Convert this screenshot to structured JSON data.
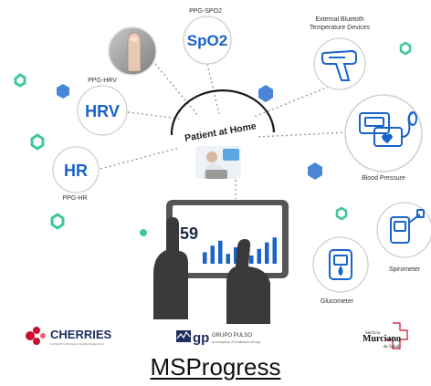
{
  "center": {
    "label": "Patient at Home"
  },
  "nodes": {
    "spo2": {
      "caption": "PPG-SPO2",
      "label": "SpO2"
    },
    "hrv": {
      "caption": "PPG-HRV",
      "label": "HRV"
    },
    "hr": {
      "caption": "PPG-HR",
      "label": "HR"
    },
    "thermo": {
      "caption_line1": "External Bluetoth",
      "caption_line2": "Temperature Devices"
    },
    "bp": {
      "caption": "Blood Pressure"
    },
    "spirometer": {
      "caption": "Spirometer"
    },
    "glucometer": {
      "caption": "Glucometer"
    }
  },
  "tablet": {
    "reading": "59",
    "bar_levels": [
      0.35,
      0.55,
      0.7,
      0.3,
      0.5,
      0.6,
      0.25,
      0.45,
      0.65,
      0.8
    ]
  },
  "logos": {
    "cherries": {
      "name": "CHERRIES",
      "tagline": "CONSORTIUM HEALTHCARE RESEARCH"
    },
    "gp": {
      "mark": "gp",
      "name": "GRUPO PULSO",
      "tagline": "a company of Endeson Group"
    },
    "sms": {
      "line1": "Servicio",
      "line2": "Murciano",
      "line3": "de Salud"
    }
  },
  "title": "MSProgress",
  "colors": {
    "hex_blue": "#4a86d8",
    "hex_green": "#3fc79b",
    "accent_blue": "#1a63c9",
    "dark_gray": "#3a3a3a",
    "logo_red": "#c8102e"
  }
}
